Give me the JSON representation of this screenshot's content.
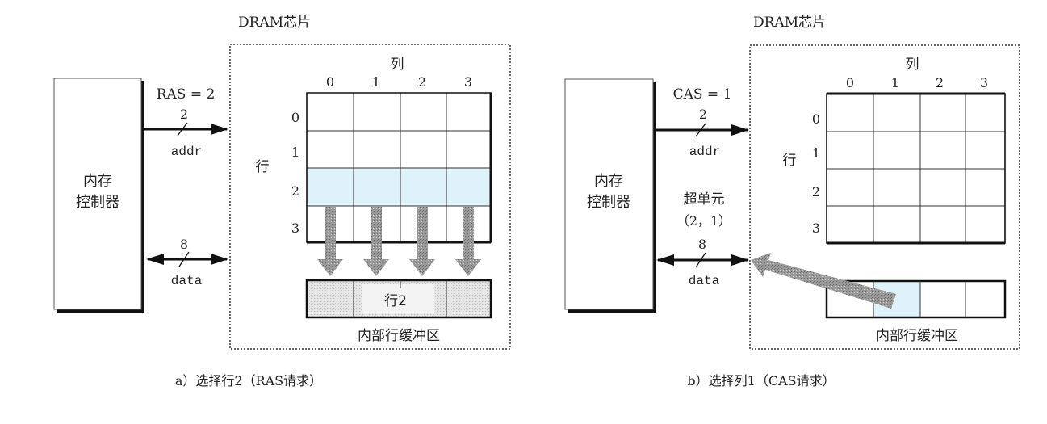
{
  "panels": [
    {
      "chip_title": "DRAM芯片",
      "controller": [
        "内存",
        "控制器"
      ],
      "addr_signal": "RAS = 2",
      "addr_width": "2",
      "addr_label": "addr",
      "data_width": "8",
      "data_label": "data",
      "col_axis": "列",
      "row_axis": "行",
      "col_labels": [
        "0",
        "1",
        "2",
        "3"
      ],
      "row_labels": [
        "0",
        "1",
        "2",
        "3"
      ],
      "buffer_content": "行2",
      "buffer_label": "内部行缓冲区",
      "caption": "a）选择行2（RAS请求）"
    },
    {
      "chip_title": "DRAM芯片",
      "controller": [
        "内存",
        "控制器"
      ],
      "addr_signal": "CAS = 1",
      "addr_width": "2",
      "addr_label": "addr",
      "data_width": "8",
      "data_label": "data",
      "supercell": [
        "超单元",
        "（2，1）"
      ],
      "col_axis": "列",
      "row_axis": "行",
      "col_labels": [
        "0",
        "1",
        "2",
        "3"
      ],
      "row_labels": [
        "0",
        "1",
        "2",
        "3"
      ],
      "buffer_label": "内部行缓冲区",
      "caption": "b）选择列1（CAS请求）"
    }
  ],
  "colors": {
    "highlight": "#dff2fa",
    "arrow": "#8a8a8a",
    "line": "#1a1a1a"
  }
}
